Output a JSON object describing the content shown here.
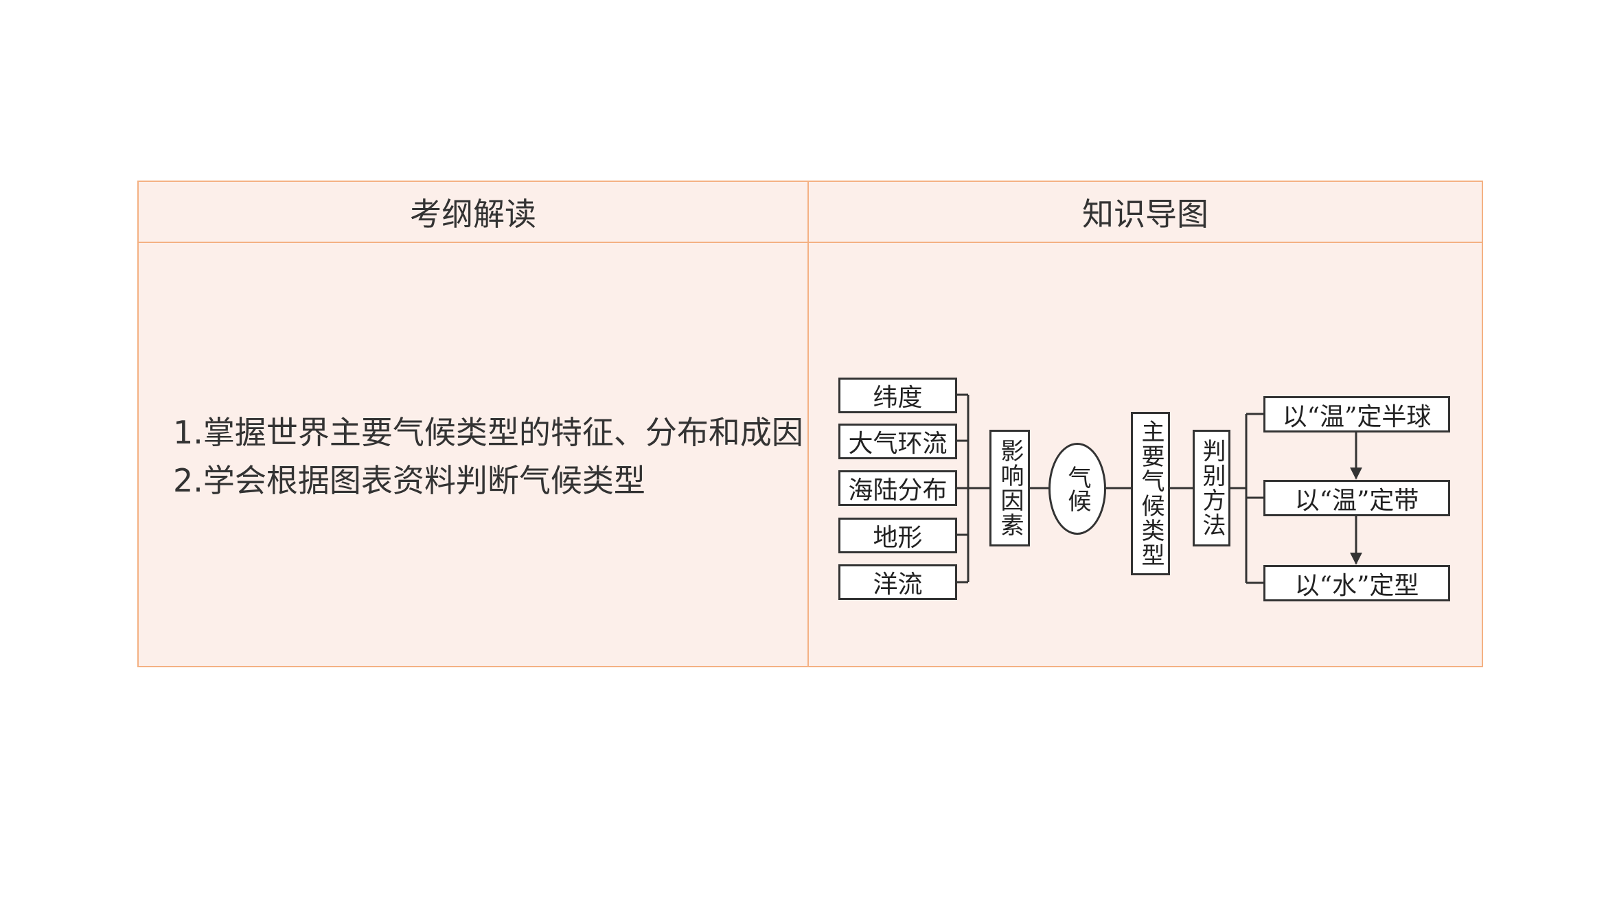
{
  "headers": {
    "left": "考纲解读",
    "right": "知识导图"
  },
  "objectives": [
    "1.掌握世界主要气候类型的特征、分布和成因",
    "2.学会根据图表资料判断气候类型"
  ],
  "mindmap": {
    "factors": [
      "纬度",
      "大气环流",
      "海陆分布",
      "地形",
      "洋流"
    ],
    "influence_label": "影响因素",
    "center_label": "气候",
    "types_label": "主要气候类型",
    "method_label": "判别方法",
    "methods": [
      "以“温”定半球",
      "以“温”定带",
      "以“水”定型"
    ]
  }
}
